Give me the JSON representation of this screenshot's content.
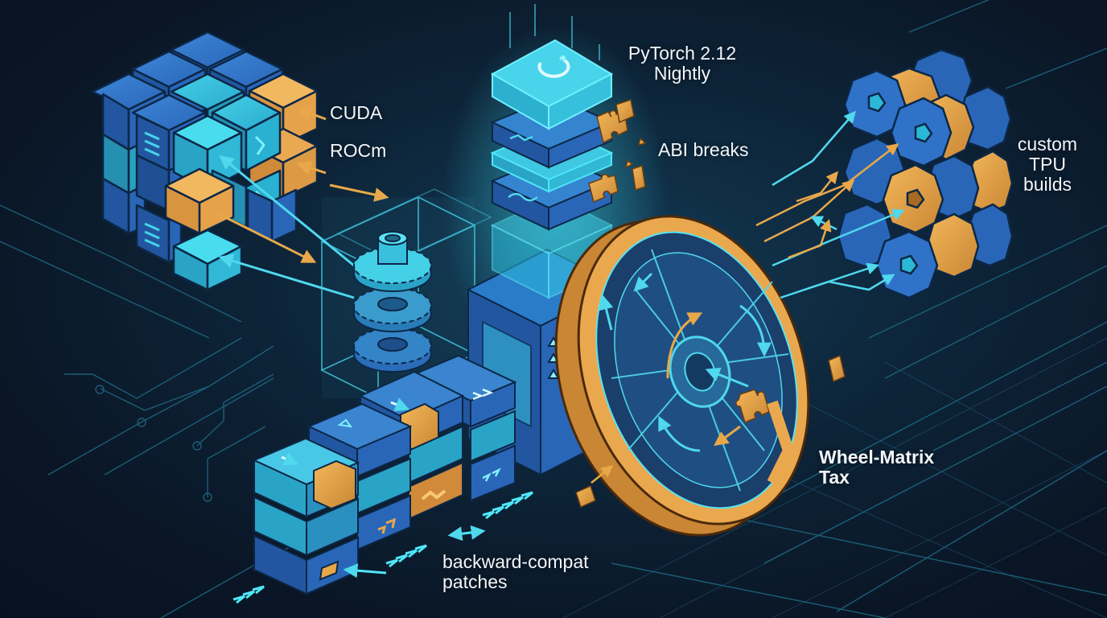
{
  "illustration": {
    "theme": "PyTorch build/compatibility matrix cost",
    "colors": {
      "background": "#0a1626",
      "cube_blue": "#2f72c8",
      "cube_cyan": "#2bb7d6",
      "accent_orange": "#e8a84a",
      "glow_cyan": "#3fe0f5",
      "label_text": "#f2f6fa"
    }
  },
  "labels": {
    "pytorch": {
      "line1": "PyTorch 2.12",
      "line2": "Nightly"
    },
    "cuda": "CUDA",
    "rocm": "ROCm",
    "abi": "ABI breaks",
    "tpu": {
      "line1": "custom",
      "line2": "TPU",
      "line3": "builds"
    },
    "wheel": {
      "line1": "Wheel-Matrix",
      "line2": "Tax"
    },
    "patches": {
      "line1": "backward-compat",
      "line2": "patches"
    }
  },
  "elements": {
    "cube_cluster": {
      "description": "3x3 isometric cube grid, blue/cyan with orange highlighted cubes",
      "orange_cubes": 3
    },
    "pytorch_stack": {
      "description": "glowing stacked slab tower with PyTorch flame logo on top",
      "slabs": 5
    },
    "puzzle_pieces": {
      "description": "orange puzzle pieces breaking off the stack",
      "count": 4
    },
    "gear_box": {
      "description": "transparent wireframe box containing stacked gears",
      "gears": 3
    },
    "wheel": {
      "description": "large orange-rimmed segmented wheel with cyan rotation arrows"
    },
    "nut_grid": {
      "description": "3x3 grid of hexagonal nuts, blue and orange, receiving arrows"
    },
    "patch_blocks": {
      "description": "stacked block columns with puzzle-piece patches",
      "columns": 4
    }
  }
}
